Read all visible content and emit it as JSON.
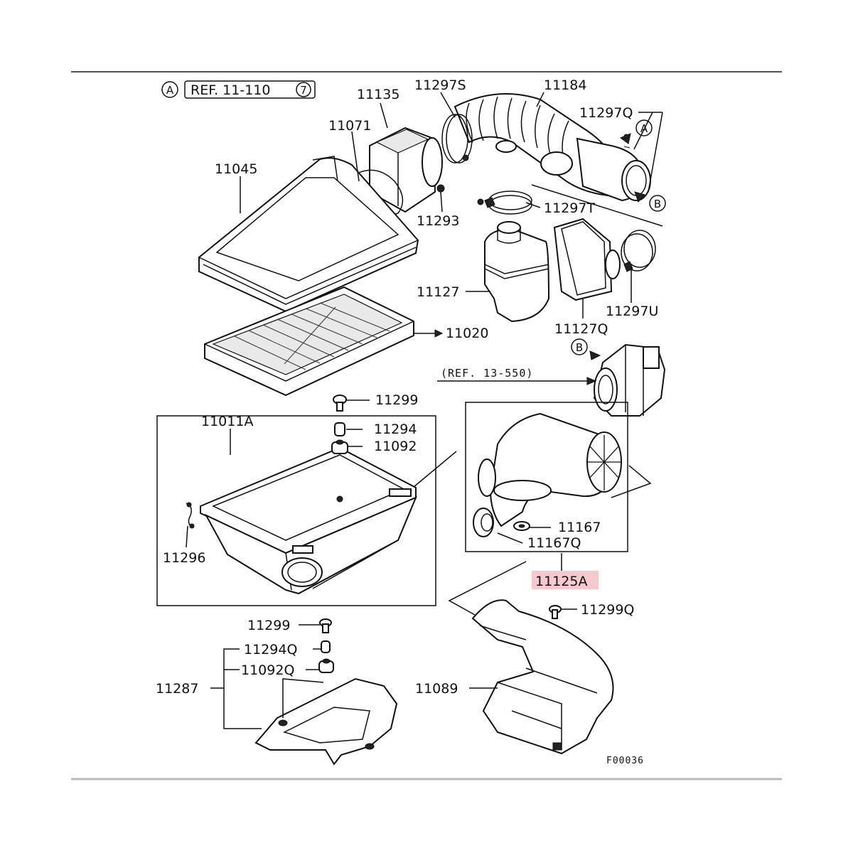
{
  "ref_a": {
    "marker": "A",
    "text": "REF. 11-110",
    "num": "7"
  },
  "ref_b": {
    "text": "(REF. 13-550)"
  },
  "markers": {
    "a": "A",
    "b": "B"
  },
  "labels": {
    "p11135": "11135",
    "p11297S": "11297S",
    "p11184": "11184",
    "p11297Q_top": "11297Q",
    "p11071": "11071",
    "p11045": "11045",
    "p11293": "11293",
    "p11297T": "11297T",
    "p11127": "11127",
    "p11297U": "11297U",
    "p11127Q": "11127Q",
    "p11020": "11020",
    "p11299_top": "11299",
    "p11011A": "11011A",
    "p11294": "11294",
    "p11092": "11092",
    "p11296": "11296",
    "p11167": "11167",
    "p11167Q": "11167Q",
    "p11125A": "11125A",
    "p11299Q": "11299Q",
    "p11299_bottom": "11299",
    "p11294Q": "11294Q",
    "p11092Q": "11092Q",
    "p11287": "11287",
    "p11089": "11089"
  },
  "highlight": {
    "part": "11125A",
    "color": "#f6c9cf"
  },
  "figure_code": "F00036"
}
